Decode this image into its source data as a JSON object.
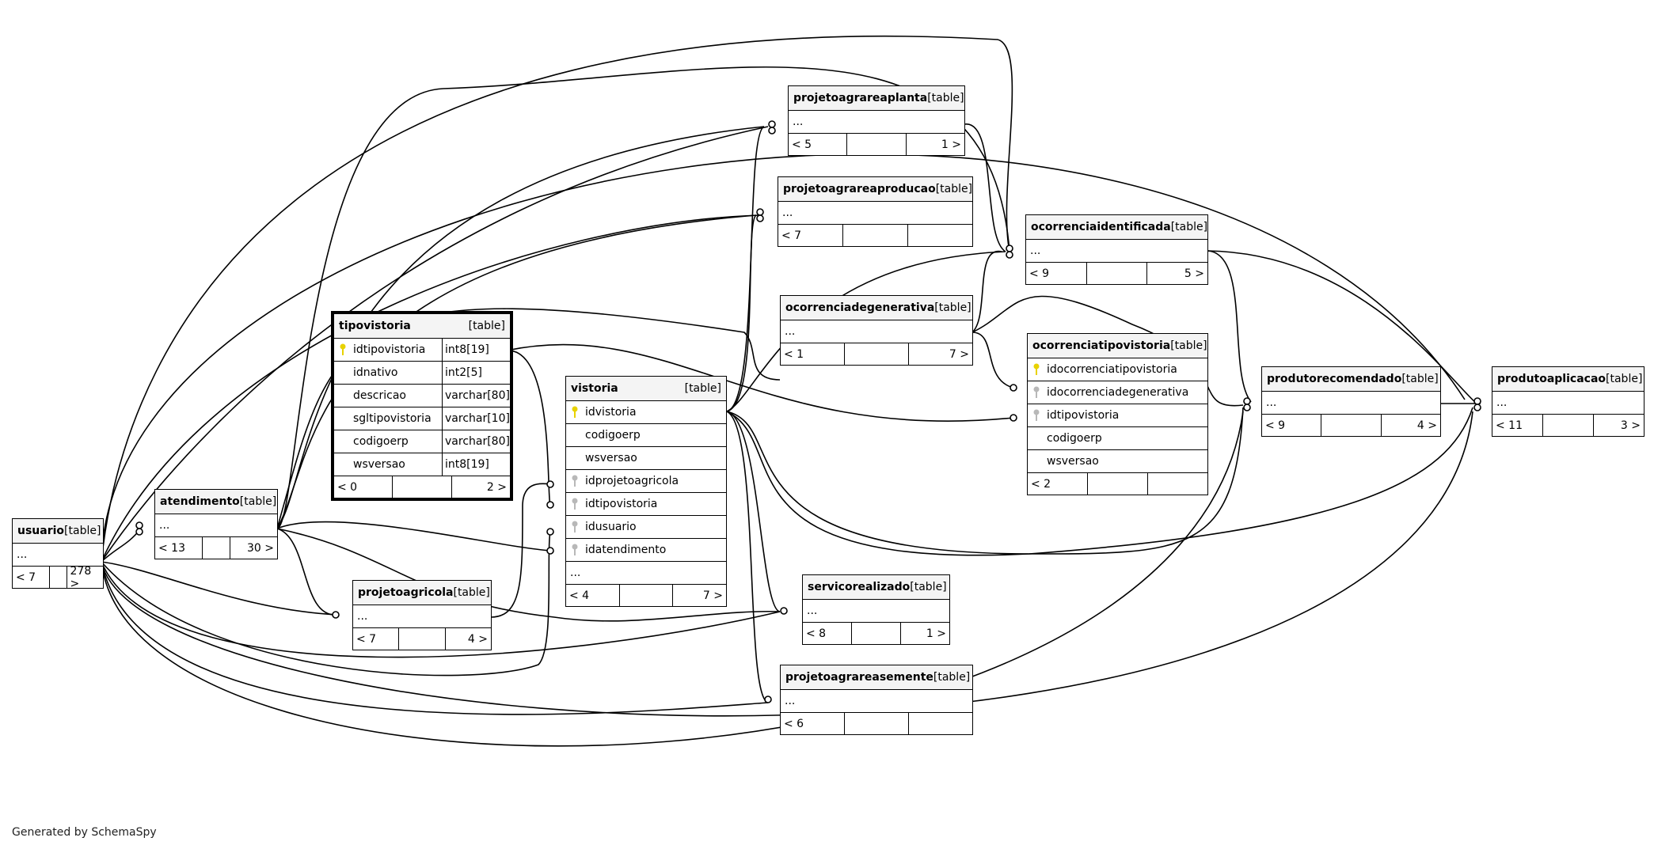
{
  "footer": "Generated by SchemaSpy",
  "tag": "[table]",
  "tables": {
    "usuario": {
      "name": "usuario",
      "cols": [
        "..."
      ],
      "footer": [
        "< 7",
        "",
        "278 >"
      ]
    },
    "atendimento": {
      "name": "atendimento",
      "cols": [
        "..."
      ],
      "footer": [
        "< 13",
        "",
        "30 >"
      ]
    },
    "tipovistoria": {
      "name": "tipovistoria",
      "columns": [
        {
          "name": "idtipovistoria",
          "type": "int8[19]",
          "key": "pk"
        },
        {
          "name": "idnativo",
          "type": "int2[5]"
        },
        {
          "name": "descricao",
          "type": "varchar[80]"
        },
        {
          "name": "sgltipovistoria",
          "type": "varchar[10]"
        },
        {
          "name": "codigoerp",
          "type": "varchar[80]"
        },
        {
          "name": "wsversao",
          "type": "int8[19]"
        }
      ],
      "footer": [
        "< 0",
        "",
        "2 >"
      ]
    },
    "vistoria": {
      "name": "vistoria",
      "columns": [
        {
          "name": "idvistoria",
          "key": "pk"
        },
        {
          "name": "codigoerp"
        },
        {
          "name": "wsversao"
        },
        {
          "name": "idprojetoagricola",
          "key": "fk"
        },
        {
          "name": "idtipovistoria",
          "key": "fk"
        },
        {
          "name": "idusuario",
          "key": "fk"
        },
        {
          "name": "idatendimento",
          "key": "fk"
        },
        {
          "name": "..."
        }
      ],
      "footer": [
        "< 4",
        "",
        "7 >"
      ]
    },
    "projetoagricola": {
      "name": "projetoagricola",
      "cols": [
        "..."
      ],
      "footer": [
        "< 7",
        "",
        "4 >"
      ]
    },
    "projetoagrareaplanta": {
      "name": "projetoagrareaplanta",
      "cols": [
        "..."
      ],
      "footer": [
        "< 5",
        "",
        "1 >"
      ]
    },
    "projetoagrareaproducao": {
      "name": "projetoagrareaproducao",
      "cols": [
        "..."
      ],
      "footer": [
        "< 7",
        "",
        ""
      ]
    },
    "ocorrenciadegenerativa": {
      "name": "ocorrenciadegenerativa",
      "cols": [
        "..."
      ],
      "footer": [
        "< 1",
        "",
        "7 >"
      ]
    },
    "servicorealizado": {
      "name": "servicorealizado",
      "cols": [
        "..."
      ],
      "footer": [
        "< 8",
        "",
        "1 >"
      ]
    },
    "projetoagrareasemente": {
      "name": "projetoagrareasemente",
      "cols": [
        "..."
      ],
      "footer": [
        "< 6",
        "",
        ""
      ]
    },
    "ocorrenciaidentificada": {
      "name": "ocorrenciaidentificada",
      "cols": [
        "..."
      ],
      "footer": [
        "< 9",
        "",
        "5 >"
      ]
    },
    "ocorrenciatipovistoria": {
      "name": "ocorrenciatipovistoria",
      "columns": [
        {
          "name": "idocorrenciatipovistoria",
          "key": "pk"
        },
        {
          "name": "idocorrenciadegenerativa",
          "key": "fk"
        },
        {
          "name": "idtipovistoria",
          "key": "fk"
        },
        {
          "name": "codigoerp"
        },
        {
          "name": "wsversao"
        }
      ],
      "footer": [
        "< 2",
        "",
        ""
      ]
    },
    "produtorecomendado": {
      "name": "produtorecomendado",
      "cols": [
        "..."
      ],
      "footer": [
        "< 9",
        "",
        "4 >"
      ]
    },
    "produtoaplicacao": {
      "name": "produtoaplicacao",
      "cols": [
        "..."
      ],
      "footer": [
        "< 11",
        "",
        "3 >"
      ]
    }
  }
}
